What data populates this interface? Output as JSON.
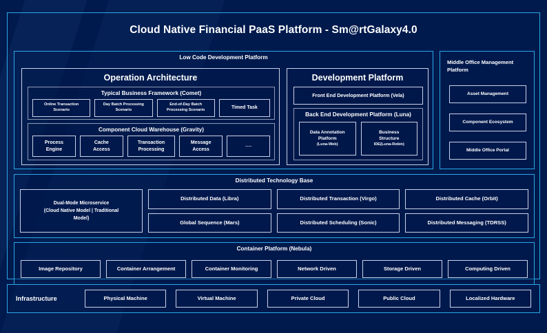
{
  "title": "Cloud Native Financial PaaS Platform - Sm@rtGalaxy4.0",
  "colors": {
    "background": "#001a4d",
    "accent_border": "#2aa8e8",
    "panel_border": "#8e9bb5",
    "chip_border": "#c9d4e8",
    "text": "#ffffff"
  },
  "low_code": {
    "header": "Low Code Development Platform",
    "operation_architecture": {
      "header": "Operation Architecture",
      "typical_business_framework": {
        "header": "Typical Business Framework (Comet)",
        "items": [
          {
            "line1": "Online Transaction",
            "line2": "Scenario"
          },
          {
            "line1": "Day Batch Processing",
            "line2": "Scenario"
          },
          {
            "line1": "End-of-Day Batch",
            "line2": "Processing Scenario"
          },
          {
            "line1": "Timed Task",
            "line2": ""
          }
        ]
      },
      "component_cloud_warehouse": {
        "header": "Component Cloud Warehouse (Gravity)",
        "items": [
          {
            "line1": "Process",
            "line2": "Engine"
          },
          {
            "line1": "Cache",
            "line2": "Access"
          },
          {
            "line1": "Transaction",
            "line2": "Processing"
          },
          {
            "line1": "Message",
            "line2": "Access"
          },
          {
            "line1": "......",
            "line2": ""
          }
        ]
      }
    },
    "development_platform": {
      "header": "Development Platform",
      "front_end": "Front End Development Platform (Vela)",
      "back_end": {
        "header": "Back End Development Platform (Luna)",
        "items": [
          {
            "line1": "Data Annotation",
            "line2": "Platform",
            "line3": "(Luna-Web)"
          },
          {
            "line1": "Business",
            "line2": "Structure",
            "line3": "IDE(Luna-Robin)"
          }
        ]
      }
    }
  },
  "middle_office": {
    "header": "Middle Office Management Platform",
    "items": [
      "Asset Management",
      "Component Ecosystem",
      "Middle Office Portal"
    ]
  },
  "distributed_technology_base": {
    "header": "Distributed Technology Base",
    "dual_mode": {
      "line1": "Dual-Mode Microservice",
      "line2": "(Cloud Native Model | Traditional",
      "line3": "Model)"
    },
    "columns": [
      {
        "top": "Distributed Data (Libra)",
        "bottom": "Global Sequence (Mars)"
      },
      {
        "top": "Distributed Transaction (Virgo)",
        "bottom": "Distributed Scheduling (Sonic)"
      },
      {
        "top": "Distributed Cache (Orbit)",
        "bottom": "Distributed Messaging (TDRSS)"
      }
    ]
  },
  "container_platform": {
    "header": "Container Platform (Nebula)",
    "items": [
      "Image Repository",
      "Container Arrangement",
      "Container Monitoring",
      "Network Driven",
      "Storage Driven",
      "Computing Driven"
    ]
  },
  "infrastructure": {
    "label": "Infrastructure",
    "items": [
      "Physical Machine",
      "Virtual Machine",
      "Private Cloud",
      "Public Cloud",
      "Localized Hardware"
    ]
  }
}
